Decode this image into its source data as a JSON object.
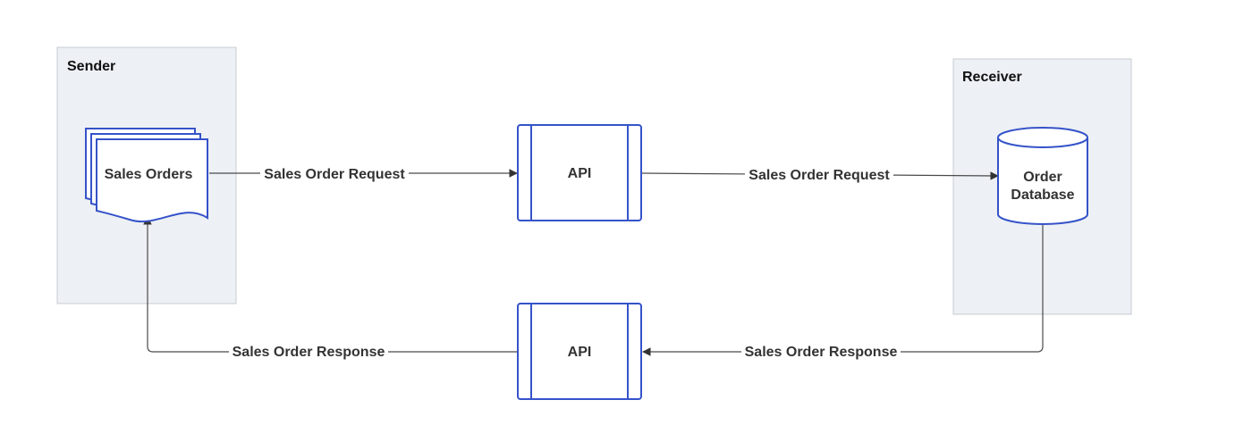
{
  "sender": {
    "title": "Sender",
    "documents_label": "Sales Orders"
  },
  "receiver": {
    "title": "Receiver",
    "database_label_line1": "Order",
    "database_label_line2": "Database"
  },
  "api_top": {
    "label": "API"
  },
  "api_bottom": {
    "label": "API"
  },
  "edges": {
    "sender_to_api": "Sales Order Request",
    "api_to_database": "Sales Order Request",
    "database_to_api": "Sales Order Response",
    "api_to_sender": "Sales Order Response"
  },
  "colors": {
    "shape_stroke": "#3553c9",
    "container_fill": "#edf0f4",
    "edge": "#4a4a4a"
  }
}
